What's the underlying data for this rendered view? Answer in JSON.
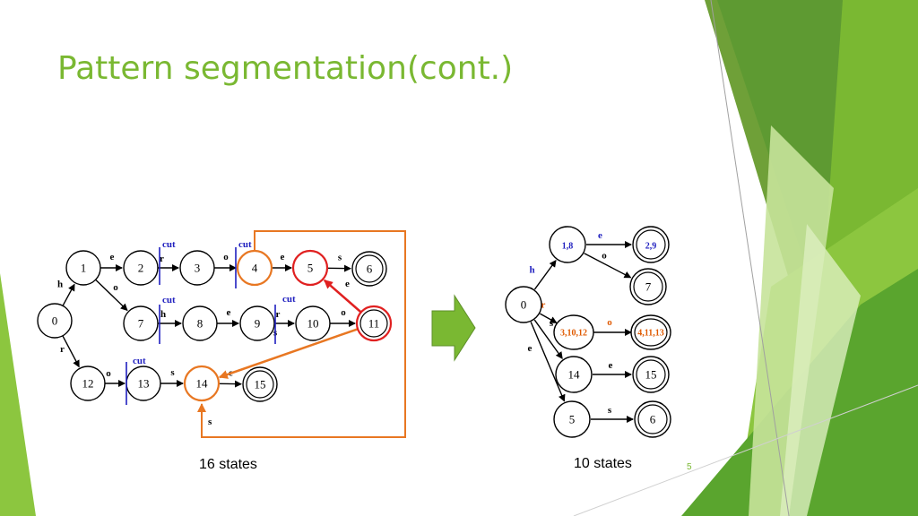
{
  "title": "Pattern segmentation(cont.)",
  "page_number": "5",
  "colors": {
    "title": "#7ab832",
    "cut": "#1f1fbf",
    "orange": "#e87722",
    "red": "#e02020",
    "arrow_fill": "#7ab832",
    "merged_blue": "#1f1fbf",
    "merged_orange": "#e05a00"
  },
  "left_diagram": {
    "caption": "16 states",
    "nodes": [
      {
        "id": "0",
        "label": "0"
      },
      {
        "id": "1",
        "label": "1"
      },
      {
        "id": "2",
        "label": "2"
      },
      {
        "id": "3",
        "label": "3"
      },
      {
        "id": "4",
        "label": "4",
        "highlight": "orange"
      },
      {
        "id": "5",
        "label": "5",
        "highlight": "red"
      },
      {
        "id": "6",
        "label": "6",
        "final": true
      },
      {
        "id": "7",
        "label": "7"
      },
      {
        "id": "8",
        "label": "8"
      },
      {
        "id": "9",
        "label": "9"
      },
      {
        "id": "10",
        "label": "10"
      },
      {
        "id": "11",
        "label": "11",
        "final": true,
        "highlight": "red"
      },
      {
        "id": "12",
        "label": "12"
      },
      {
        "id": "13",
        "label": "13"
      },
      {
        "id": "14",
        "label": "14",
        "highlight": "orange"
      },
      {
        "id": "15",
        "label": "15",
        "final": true
      }
    ],
    "edges": [
      {
        "from": "0",
        "to": "1",
        "label": "h"
      },
      {
        "from": "1",
        "to": "2",
        "label": "e"
      },
      {
        "from": "2",
        "to": "3",
        "label": "r"
      },
      {
        "from": "3",
        "to": "4",
        "label": "o"
      },
      {
        "from": "4",
        "to": "5",
        "label": "e"
      },
      {
        "from": "5",
        "to": "6",
        "label": "s"
      },
      {
        "from": "1",
        "to": "7",
        "label": "o"
      },
      {
        "from": "7",
        "to": "8",
        "label": "h"
      },
      {
        "from": "8",
        "to": "9",
        "label": "e"
      },
      {
        "from": "9",
        "to": "10",
        "label": "r"
      },
      {
        "from": "10",
        "to": "11",
        "label": "o"
      },
      {
        "from": "0",
        "to": "12",
        "label": "r"
      },
      {
        "from": "12",
        "to": "13",
        "label": "o"
      },
      {
        "from": "13",
        "to": "14",
        "label": "s"
      },
      {
        "from": "14",
        "to": "15",
        "label": "e"
      },
      {
        "from": "11",
        "to": "5",
        "label": "e",
        "color": "red"
      },
      {
        "from": "11",
        "to": "14",
        "label": "s",
        "color": "orange"
      },
      {
        "from": "4",
        "to": "14",
        "label": "s",
        "color": "orange",
        "route": "loop"
      }
    ],
    "cut_label": "cut"
  },
  "right_diagram": {
    "caption": "10 states",
    "nodes": [
      {
        "id": "0",
        "label": "0"
      },
      {
        "id": "1,8",
        "label": "1,8",
        "color": "blue"
      },
      {
        "id": "2,9",
        "label": "2,9",
        "color": "blue",
        "final": true
      },
      {
        "id": "7",
        "label": "7",
        "final": true
      },
      {
        "id": "3,10,12",
        "label": "3,10,12",
        "color": "orange"
      },
      {
        "id": "4,11,13",
        "label": "4,11,13",
        "color": "orange",
        "final": true
      },
      {
        "id": "14",
        "label": "14"
      },
      {
        "id": "15",
        "label": "15",
        "final": true
      },
      {
        "id": "5",
        "label": "5"
      },
      {
        "id": "6",
        "label": "6",
        "final": true
      }
    ],
    "edges": [
      {
        "from": "0",
        "to": "1,8",
        "label": "h",
        "color": "blue"
      },
      {
        "from": "1,8",
        "to": "2,9",
        "label": "e",
        "color": "blue"
      },
      {
        "from": "1,8",
        "to": "7",
        "label": "o"
      },
      {
        "from": "0",
        "to": "3,10,12",
        "label": "r",
        "color": "orange"
      },
      {
        "from": "3,10,12",
        "to": "4,11,13",
        "label": "o",
        "color": "orange"
      },
      {
        "from": "0",
        "to": "14",
        "label": "s"
      },
      {
        "from": "14",
        "to": "15",
        "label": "e"
      },
      {
        "from": "0",
        "to": "5",
        "label": "e"
      },
      {
        "from": "5",
        "to": "6",
        "label": "s"
      }
    ]
  }
}
